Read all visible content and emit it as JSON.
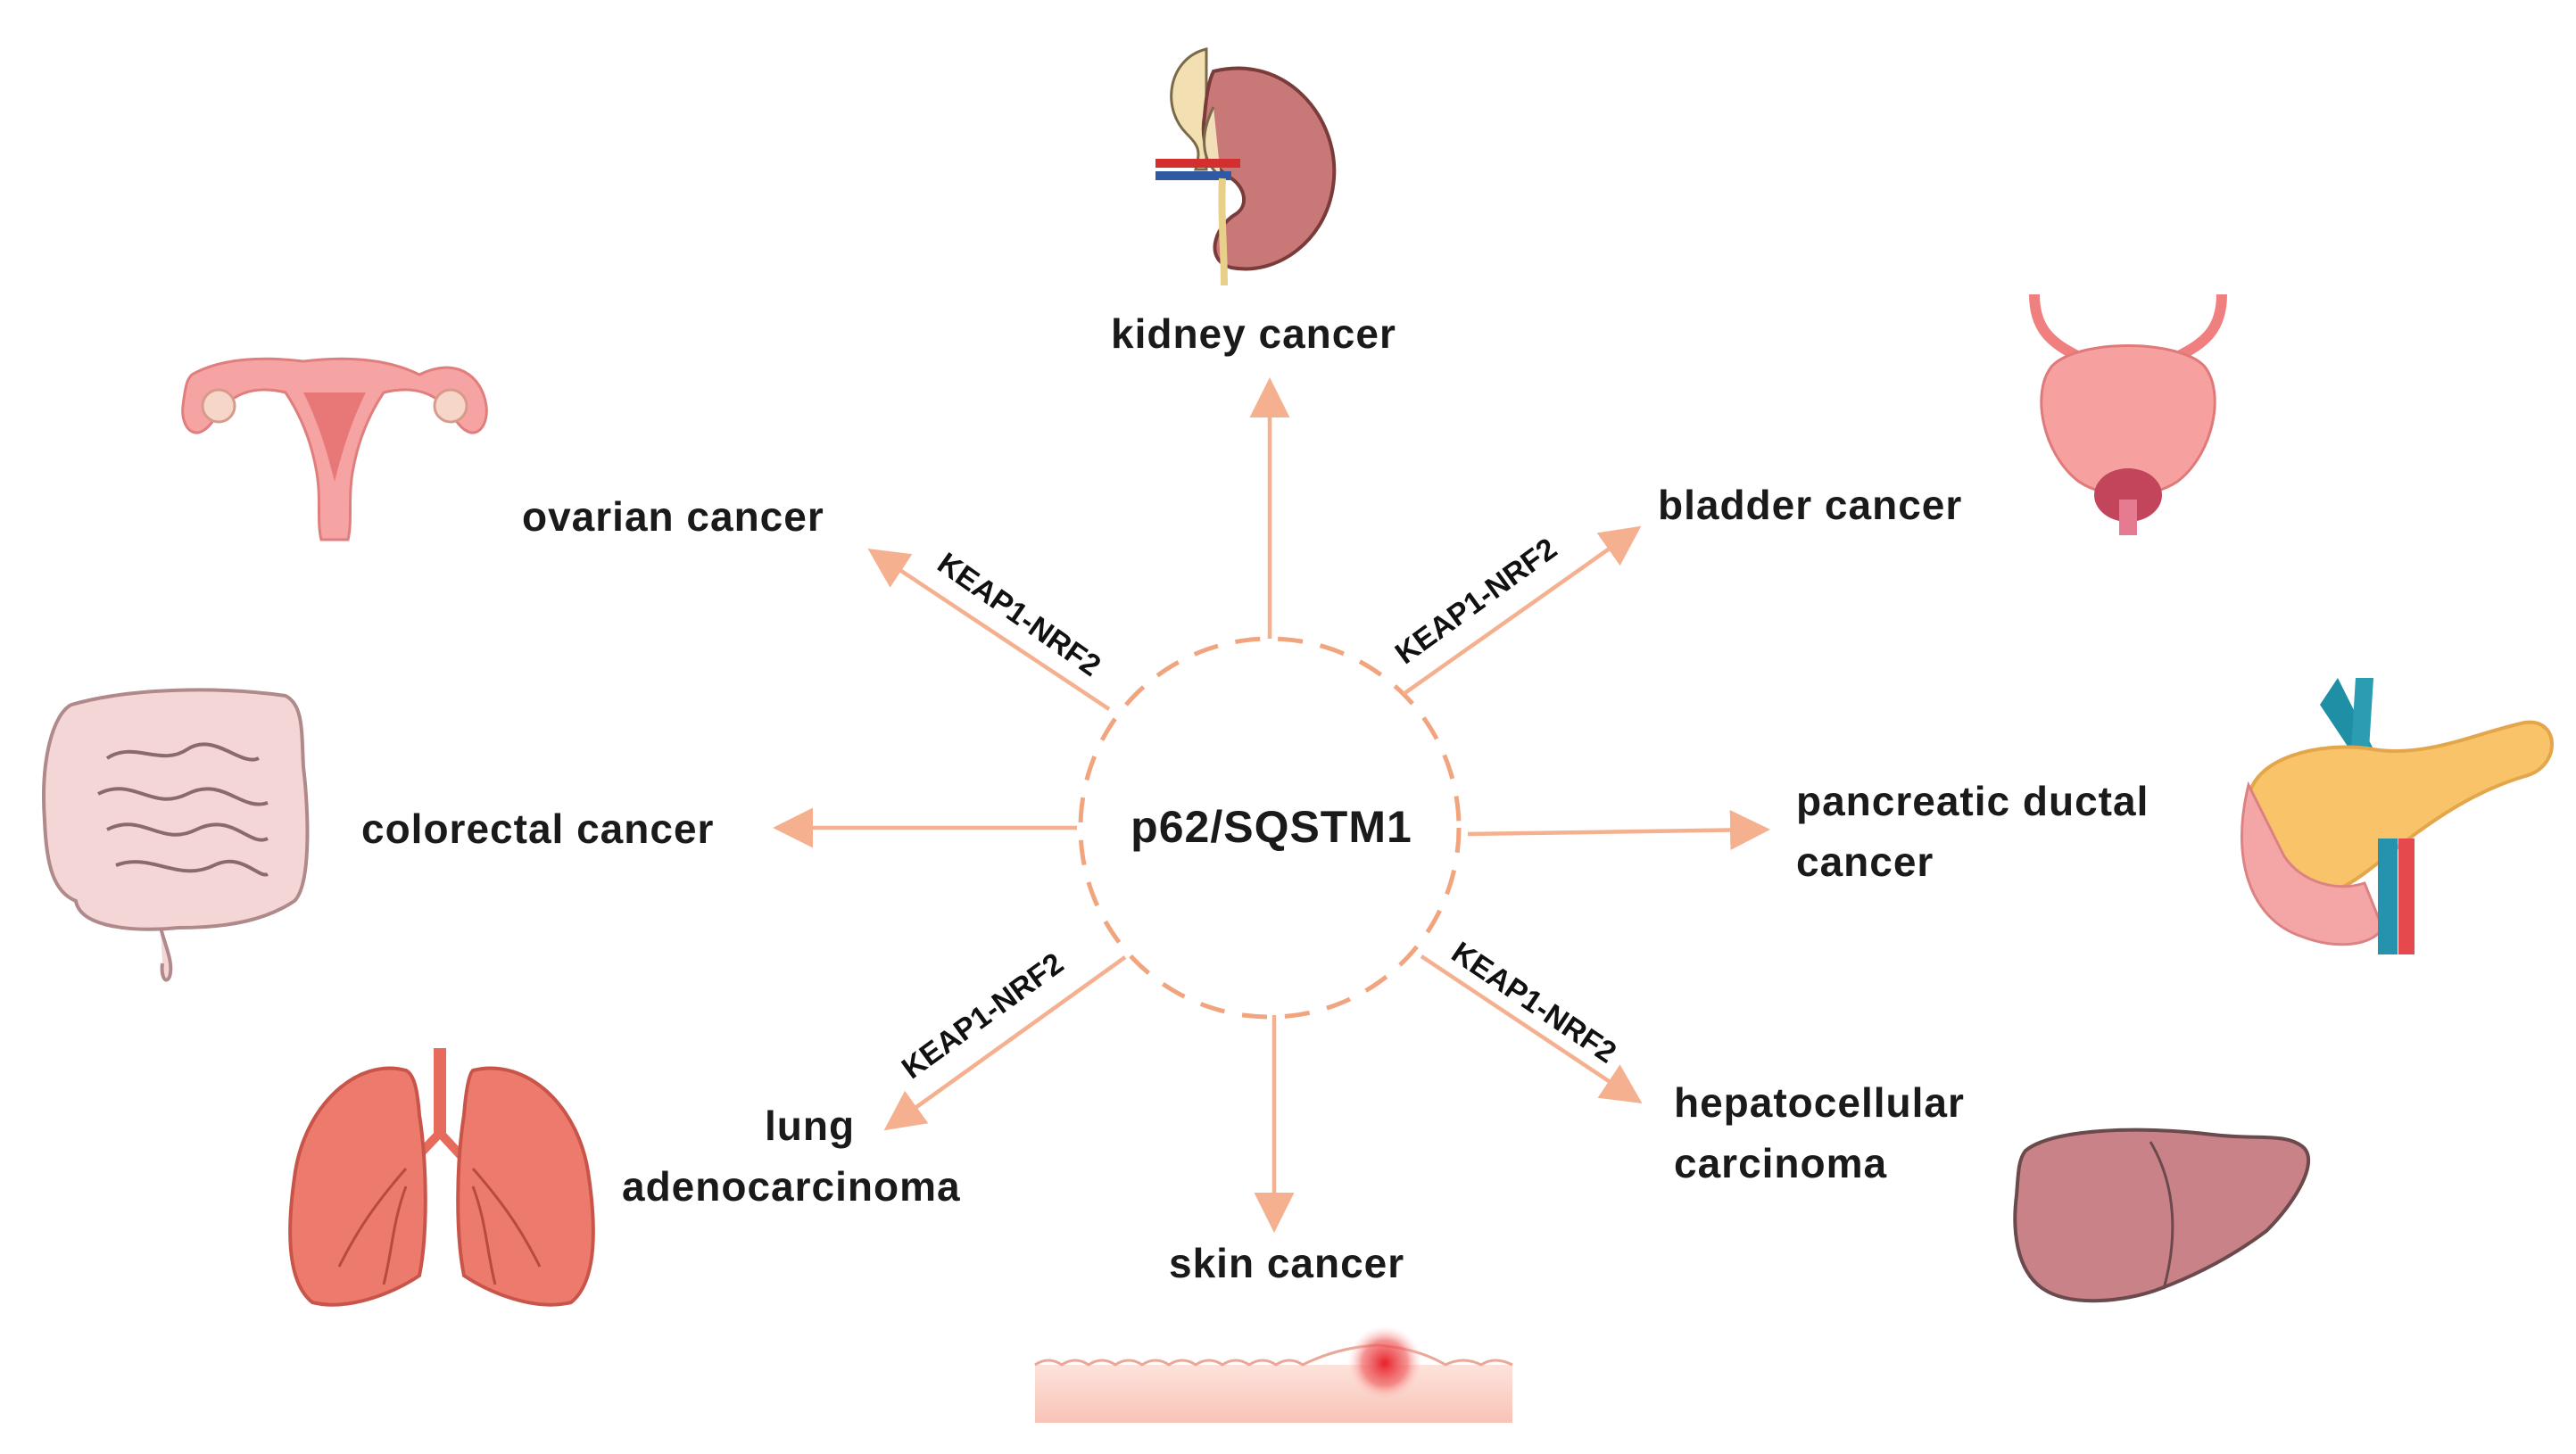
{
  "center": {
    "label": "p62/SQSTM1"
  },
  "pathway_label": "KEAP1-NRF2",
  "cancers": [
    {
      "id": "kidney",
      "label": "kidney cancer",
      "icon": "kidney-icon",
      "pathway": false
    },
    {
      "id": "bladder",
      "label": "bladder cancer",
      "icon": "bladder-icon",
      "pathway": true
    },
    {
      "id": "pancreatic",
      "label_lines": [
        "pancreatic ductal",
        "cancer"
      ],
      "icon": "pancreas-icon",
      "pathway": false
    },
    {
      "id": "hepatocellular",
      "label_lines": [
        "hepatocellular",
        "carcinoma"
      ],
      "icon": "liver-icon",
      "pathway": true
    },
    {
      "id": "skin",
      "label": "skin cancer",
      "icon": "skin-icon",
      "pathway": false
    },
    {
      "id": "lung",
      "label_lines": [
        "lung",
        "adenocarcinoma"
      ],
      "icon": "lungs-icon",
      "pathway": true
    },
    {
      "id": "colorectal",
      "label": "colorectal cancer",
      "icon": "intestine-icon",
      "pathway": false
    },
    {
      "id": "ovarian",
      "label": "ovarian cancer",
      "icon": "uterus-icon",
      "pathway": true
    }
  ],
  "colors": {
    "arrow": "#f4b08f",
    "circle": "#f1a57e",
    "text": "#1a1a1a"
  }
}
